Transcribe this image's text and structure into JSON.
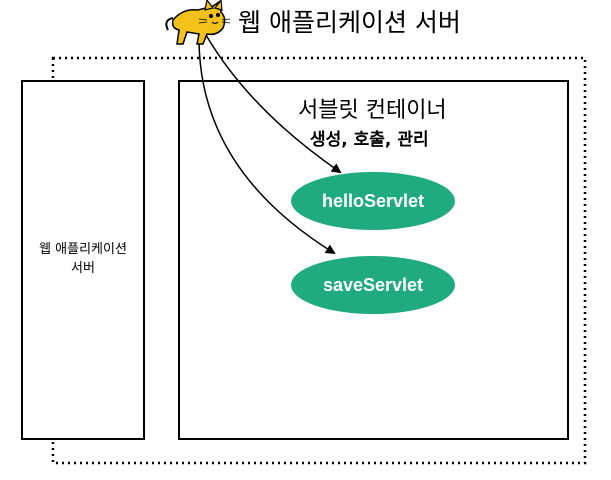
{
  "header": {
    "title": "웹 애플리케이션 서버",
    "logo_icon": "tomcat-cat-icon"
  },
  "left_box": {
    "label_line1": "웹 애플리케이션",
    "label_line2": "서버"
  },
  "container": {
    "title": "서블릿 컨테이너",
    "subtitle": "생성, 호출, 관리"
  },
  "servlets": [
    {
      "name": "helloServlet"
    },
    {
      "name": "saveServlet"
    }
  ],
  "colors": {
    "servlet_fill": "#1faa80",
    "servlet_text": "#ffffff",
    "cat_body": "#f2c21b",
    "border": "#000000"
  }
}
